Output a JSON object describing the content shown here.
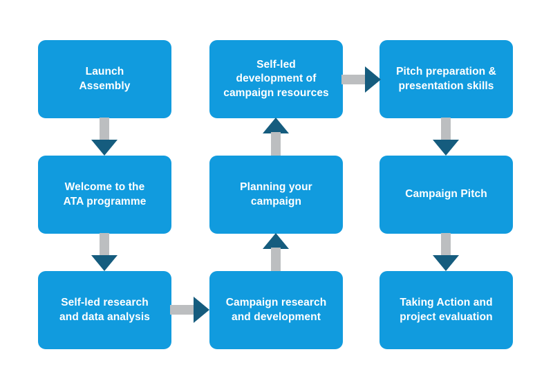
{
  "diagram": {
    "type": "flowchart",
    "background_color": "#FFFFFF",
    "node_color": "#119BDE",
    "node_text_color": "#FFFFFF",
    "arrow_shaft_color": "#BCBEC0",
    "arrow_head_color": "#155C7E",
    "nodes": [
      {
        "id": "launch-assembly",
        "label": "Launch\nAssembly",
        "column": 1,
        "row": 1
      },
      {
        "id": "welcome-ata",
        "label": "Welcome to the\nATA programme",
        "column": 1,
        "row": 2
      },
      {
        "id": "self-led-research",
        "label": "Self-led research\nand data analysis",
        "column": 1,
        "row": 3
      },
      {
        "id": "self-led-development",
        "label": "Self-led\ndevelopment of\ncampaign resources",
        "column": 2,
        "row": 1
      },
      {
        "id": "planning-campaign",
        "label": "Planning your\ncampaign",
        "column": 2,
        "row": 2
      },
      {
        "id": "campaign-research",
        "label": "Campaign research\nand development",
        "column": 2,
        "row": 3
      },
      {
        "id": "pitch-preparation",
        "label": "Pitch preparation &\npresentation skills",
        "column": 3,
        "row": 1
      },
      {
        "id": "campaign-pitch",
        "label": "Campaign Pitch",
        "column": 3,
        "row": 2
      },
      {
        "id": "taking-action",
        "label": "Taking Action and\nproject evaluation",
        "column": 3,
        "row": 3
      }
    ],
    "edges": [
      {
        "from": "launch-assembly",
        "to": "welcome-ata",
        "direction": "down"
      },
      {
        "from": "welcome-ata",
        "to": "self-led-research",
        "direction": "down"
      },
      {
        "from": "self-led-research",
        "to": "campaign-research",
        "direction": "right"
      },
      {
        "from": "campaign-research",
        "to": "planning-campaign",
        "direction": "up"
      },
      {
        "from": "planning-campaign",
        "to": "self-led-development",
        "direction": "up"
      },
      {
        "from": "self-led-development",
        "to": "pitch-preparation",
        "direction": "right"
      },
      {
        "from": "pitch-preparation",
        "to": "campaign-pitch",
        "direction": "down"
      },
      {
        "from": "campaign-pitch",
        "to": "taking-action",
        "direction": "down"
      }
    ]
  }
}
